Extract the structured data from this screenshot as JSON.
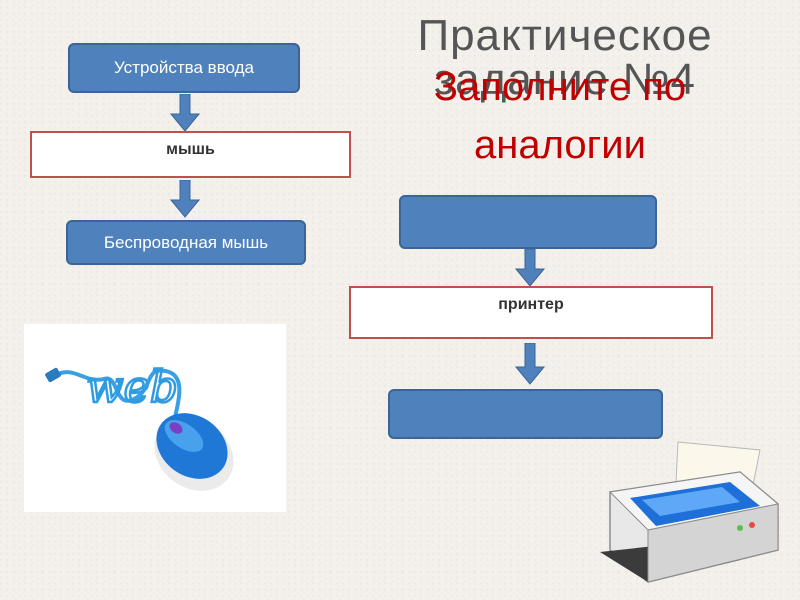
{
  "title": {
    "gray": "Практическое задание №4",
    "red": "Заполните по аналогии"
  },
  "left_flow": {
    "top_box": "Устройства ввода",
    "middle_box": "мышь",
    "bottom_box": "Беспроводная мышь"
  },
  "right_flow": {
    "top_box": "",
    "middle_box": "принтер",
    "bottom_box": ""
  },
  "images": {
    "mouse_word": "web",
    "mouse_icon": "wireless-mouse-illustration",
    "printer_icon": "printer-illustration"
  },
  "colors": {
    "box_blue": "#4f81bd",
    "box_border_red": "#c0504d",
    "title_red": "#c00000",
    "title_gray": "#555555"
  }
}
